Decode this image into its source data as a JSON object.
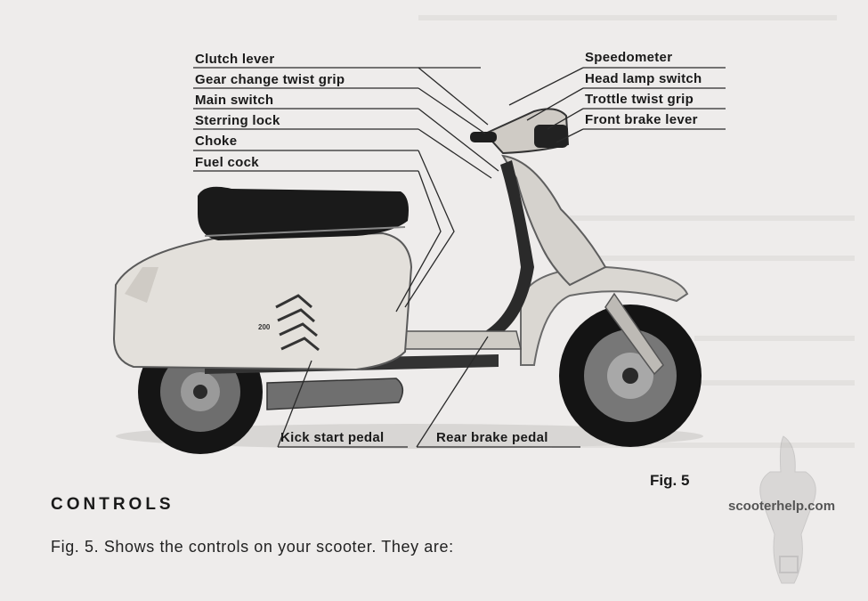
{
  "labels_left": [
    "Clutch lever",
    "Gear change twist grip",
    "Main switch",
    "Sterring lock",
    "Choke",
    "Fuel cock"
  ],
  "labels_right": [
    "Speedometer",
    "Head lamp switch",
    "Trottle twist grip",
    "Front brake lever"
  ],
  "labels_bottom": [
    "Kick start pedal",
    "Rear brake pedal"
  ],
  "figure_label": "Fig. 5",
  "section_heading": "CONTROLS",
  "caption": "Fig. 5. Shows the controls on your scooter. They are:",
  "watermark": "scooterhelp.com"
}
